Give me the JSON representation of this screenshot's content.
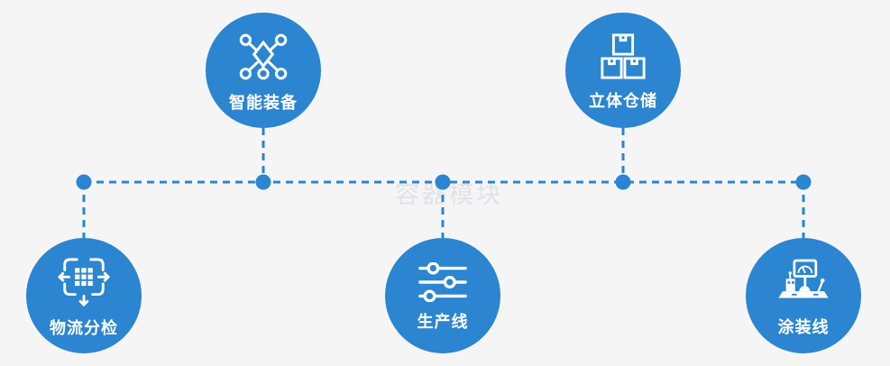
{
  "watermark": {
    "text": "容器模块"
  },
  "colors": {
    "primary_blue": "#2b85d0",
    "background": "#f5f5f6",
    "label_text": "#ffffff",
    "watermark_text": "#e2e2e6"
  },
  "diagram": {
    "type": "process-node-map",
    "connector_style": "dashed",
    "nodes": [
      {
        "label": "智能装备",
        "icon": "network-nodes-icon",
        "row": "top"
      },
      {
        "label": "立体仓储",
        "icon": "stacked-boxes-icon",
        "row": "top"
      },
      {
        "label": "物流分检",
        "icon": "distribute-arrows-icon",
        "row": "bottom"
      },
      {
        "label": "生产线",
        "icon": "sliders-icon",
        "row": "bottom"
      },
      {
        "label": "涂装线",
        "icon": "control-console-icon",
        "row": "bottom"
      }
    ]
  }
}
